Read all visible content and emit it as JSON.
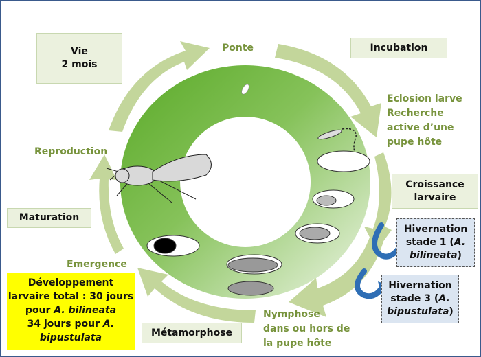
{
  "diagram": {
    "title_box": {
      "line1": "Vie",
      "line2": "2 mois"
    },
    "stages": {
      "ponte": "Ponte",
      "incubation": "Incubation",
      "eclosion": [
        "Eclosion larve",
        "Recherche",
        "active d’une",
        "pupe hôte"
      ],
      "croissance": [
        "Croissance",
        "larvaire"
      ],
      "nymphose": [
        "Nymphose",
        "dans ou hors de",
        "la pupe hôte"
      ],
      "metamorphose": "Métamorphose",
      "emergence": "Emergence",
      "maturation": "Maturation",
      "reproduction": "Reproduction"
    },
    "hivernation": [
      {
        "line1": "Hivernation",
        "line2_pre": "stade 1 (",
        "line2_it": "A.",
        "line3_it": "bilineata",
        "line3_post": ")"
      },
      {
        "line1": "Hivernation",
        "line2_pre": "stade 3 (",
        "line2_it": "A.",
        "line3_it": "bipustulata",
        "line3_post": ")"
      }
    ],
    "development_note": {
      "line1": "Développement",
      "line2": "larvaire total  : 30 jours",
      "line3_pre": "pour ",
      "line3_it": "A. bilineata",
      "line4_pre": "34 jours pour ",
      "line4_it": "A.",
      "line5_it": "bipustulata"
    },
    "colors": {
      "ring_dark": "#6fb63c",
      "ring_light": "#d7e8c4",
      "arrow": "#c3d69b",
      "label_green": "#77933c",
      "box_fill": "#ebf1de",
      "hivernation_fill": "#dbe5f1",
      "hivernation_arrow": "#2e6eb5",
      "note_fill": "#ffff00",
      "frame": "#3a5a8c"
    },
    "icons": [
      "egg-icon",
      "larva-icon",
      "host-pupa-icon",
      "adult-beetle-icon",
      "curved-arrow-icon"
    ]
  }
}
